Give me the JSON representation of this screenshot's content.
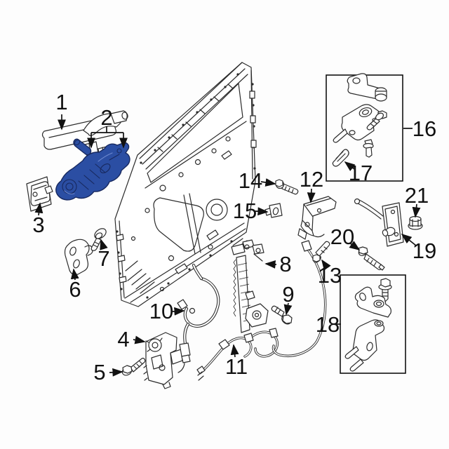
{
  "diagram": {
    "kind": "exploded-parts-diagram",
    "background": "#ffffff"
  },
  "colors": {
    "line": "#2b2b2b",
    "label": "#111111",
    "highlight": "#2b4ea3",
    "highlight-dark": "#18295f",
    "highlight-light": "#6d88cf"
  },
  "callouts": [
    {
      "number": "1"
    },
    {
      "number": "2"
    },
    {
      "number": "3"
    },
    {
      "number": "4"
    },
    {
      "number": "5"
    },
    {
      "number": "6"
    },
    {
      "number": "7"
    },
    {
      "number": "8"
    },
    {
      "number": "9"
    },
    {
      "number": "10"
    },
    {
      "number": "11"
    },
    {
      "number": "12"
    },
    {
      "number": "13"
    },
    {
      "number": "14"
    },
    {
      "number": "15"
    },
    {
      "number": "16"
    },
    {
      "number": "17"
    },
    {
      "number": "18"
    },
    {
      "number": "19"
    },
    {
      "number": "20"
    },
    {
      "number": "21"
    }
  ]
}
